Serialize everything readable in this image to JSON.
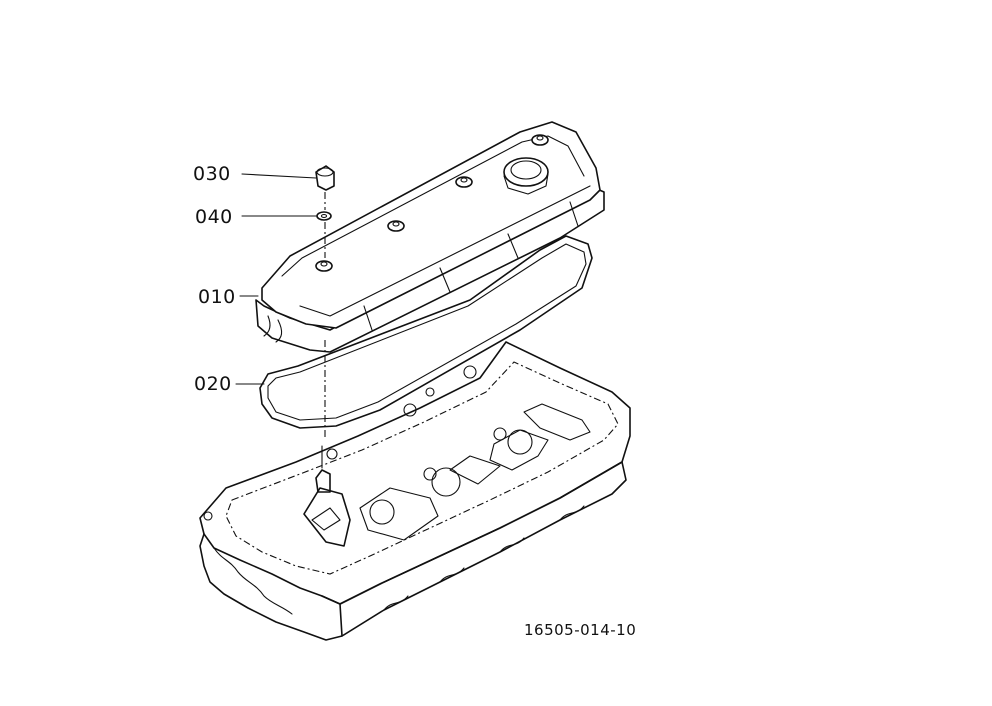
{
  "parts": [
    {
      "callout": "030"
    },
    {
      "callout": "040"
    },
    {
      "callout": "010"
    },
    {
      "callout": "020"
    }
  ],
  "drawing_number": "16505-014-10"
}
